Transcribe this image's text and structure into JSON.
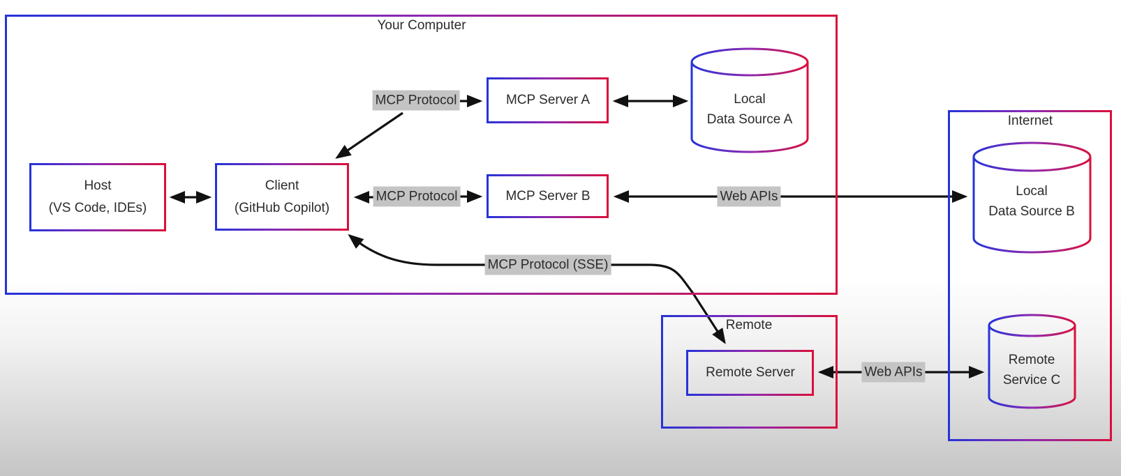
{
  "diagram": {
    "groups": {
      "your_computer": {
        "title": "Your Computer"
      },
      "internet": {
        "title": "Internet"
      },
      "remote": {
        "title": "Remote"
      }
    },
    "nodes": {
      "host": {
        "line1": "Host",
        "line2": "(VS Code, IDEs)"
      },
      "client": {
        "line1": "Client",
        "line2": "(GitHub Copilot)"
      },
      "mcp_server_a": {
        "label": "MCP Server A"
      },
      "mcp_server_b": {
        "label": "MCP Server B"
      },
      "remote_server": {
        "label": "Remote Server"
      },
      "local_data_source_a": {
        "line1": "Local",
        "line2": "Data Source A"
      },
      "local_data_source_b": {
        "line1": "Local",
        "line2": "Data Source B"
      },
      "remote_service_c": {
        "line1": "Remote",
        "line2": "Service C"
      }
    },
    "edge_labels": {
      "mcp_protocol_a": "MCP Protocol",
      "mcp_protocol_b": "MCP Protocol",
      "mcp_protocol_sse": "MCP Protocol (SSE)",
      "web_apis_b": "Web APIs",
      "web_apis_c": "Web APIs"
    },
    "colors": {
      "border_gradient_start": "#2633d9",
      "border_gradient_mid": "#8d28b0",
      "border_gradient_end": "#d9103c",
      "arrow": "#111111",
      "label_background": "#c4c4c4",
      "background_top": "#ffffff",
      "background_bottom": "#c5c5c5",
      "text": "#2b2b2b"
    }
  }
}
